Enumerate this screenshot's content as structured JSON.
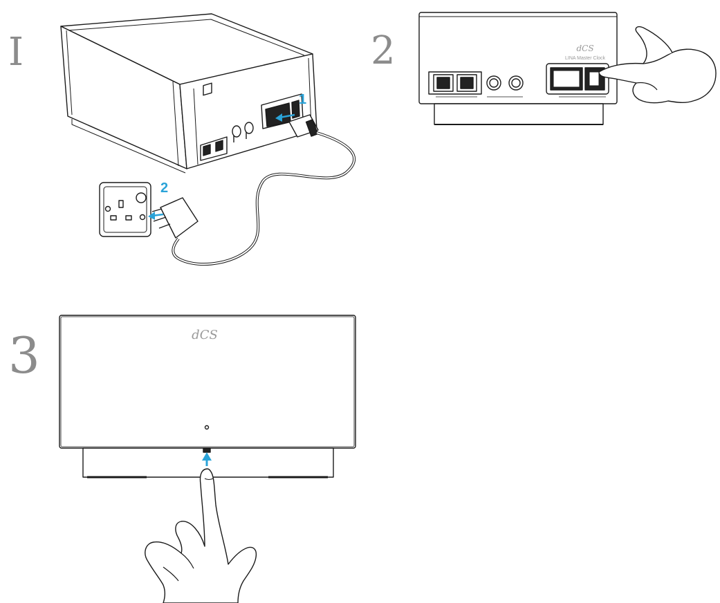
{
  "steps": {
    "one": "I",
    "two": "2",
    "three": "3"
  },
  "callouts": {
    "one": "1",
    "two": "2"
  },
  "panel2": {
    "brand": "dCS",
    "model": "LINA Master Clock"
  },
  "panel3": {
    "brand": "dCS"
  },
  "colors": {
    "accent": "#2aa3d8",
    "line": "#1a1a1a",
    "step_number": "#8c8c8c"
  }
}
